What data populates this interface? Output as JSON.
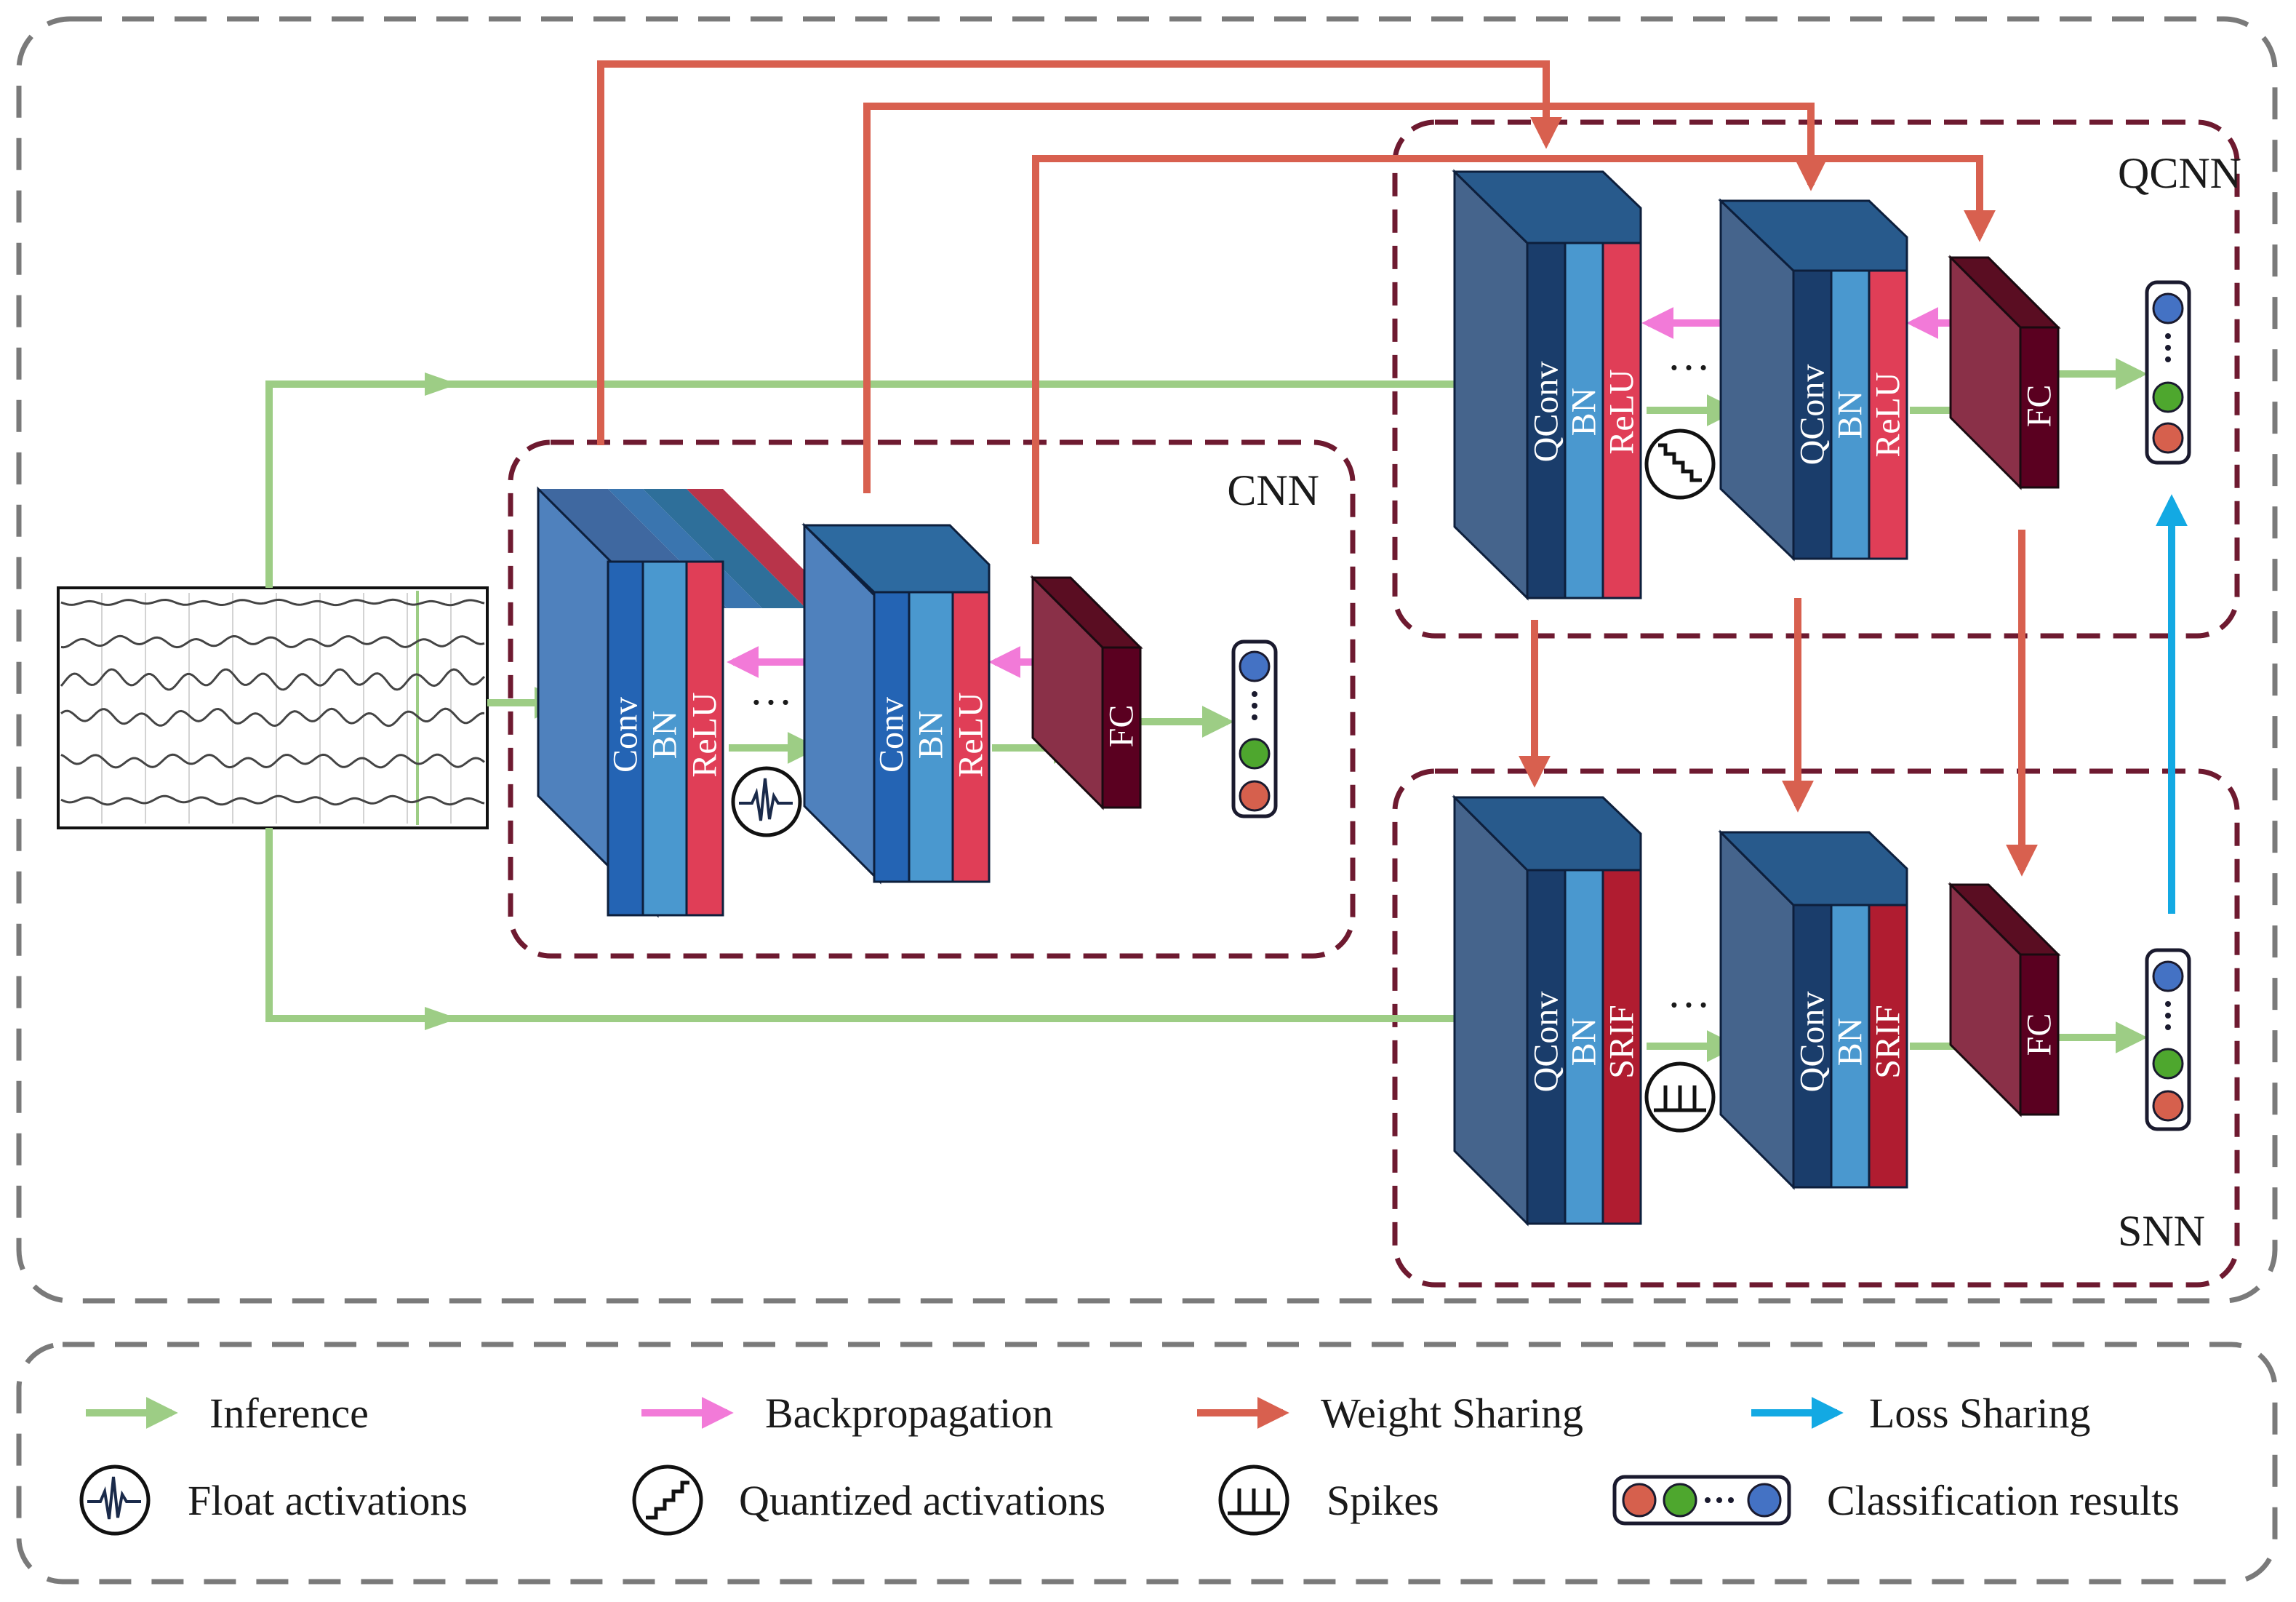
{
  "blocks": {
    "cnn": {
      "title": "CNN",
      "layers": [
        "Conv",
        "BN",
        "ReLU"
      ],
      "fc": "FC"
    },
    "qcnn": {
      "title": "QCNN",
      "layers": [
        "QConv",
        "BN",
        "ReLU"
      ],
      "fc": "FC"
    },
    "snn": {
      "title": "SNN",
      "layers": [
        "QConv",
        "BN",
        "SRIF"
      ],
      "fc": "FC"
    },
    "ellipsis": "…"
  },
  "legend": {
    "inference": "Inference",
    "backpropagation": "Backpropagation",
    "weight_sharing": "Weight Sharing",
    "loss_sharing": "Loss Sharing",
    "float_activations": "Float activations",
    "quantized_activations": "Quantized activations",
    "spikes": "Spikes",
    "classification_results": "Classification results"
  },
  "colors": {
    "inference": "#9dcd85",
    "backpropagation": "#f27ad8",
    "weight_sharing": "#d8604f",
    "loss_sharing": "#13a9e3",
    "box_border": "#6e1a30",
    "result_blue": "#4472c4",
    "result_green": "#4ea72e",
    "result_red": "#d6604d"
  }
}
